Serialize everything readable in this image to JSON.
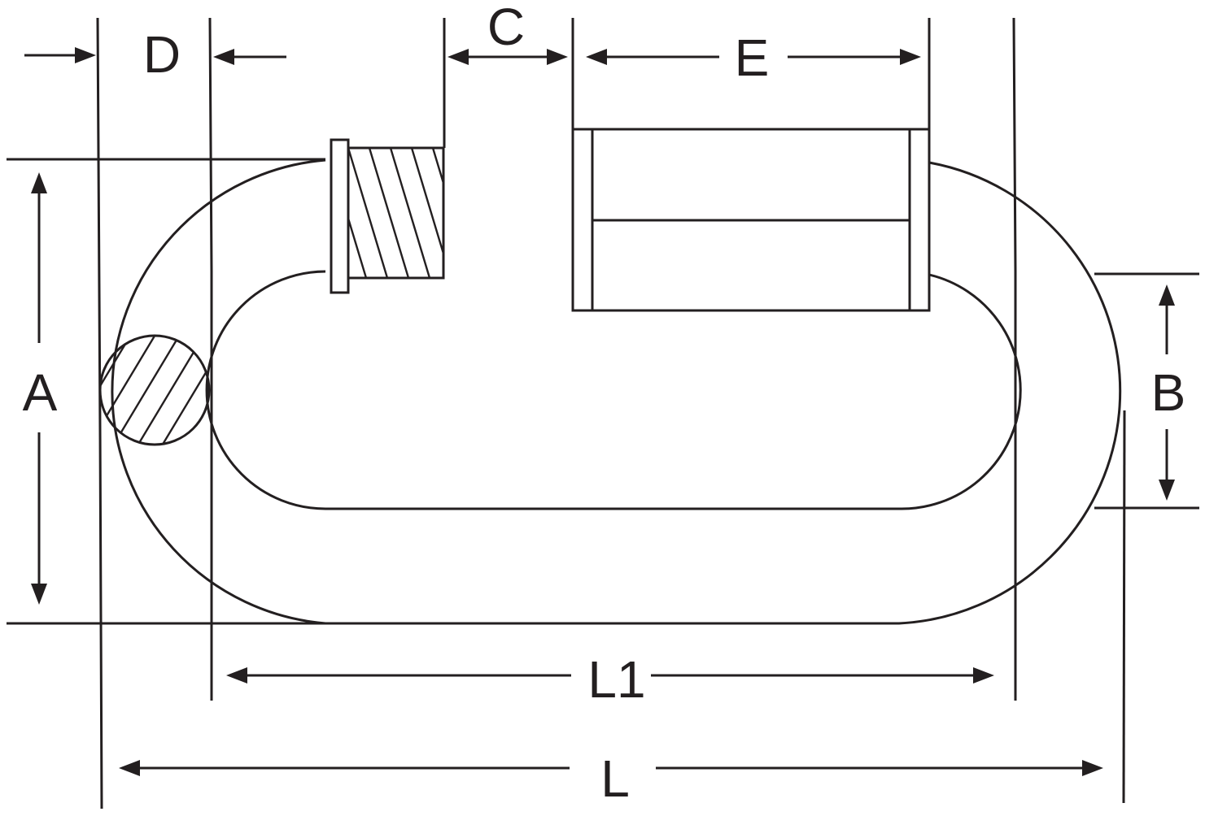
{
  "labels": {
    "a": "A",
    "b": "B",
    "c": "C",
    "d": "D",
    "e": "E",
    "l": "L",
    "l1": "L1"
  }
}
